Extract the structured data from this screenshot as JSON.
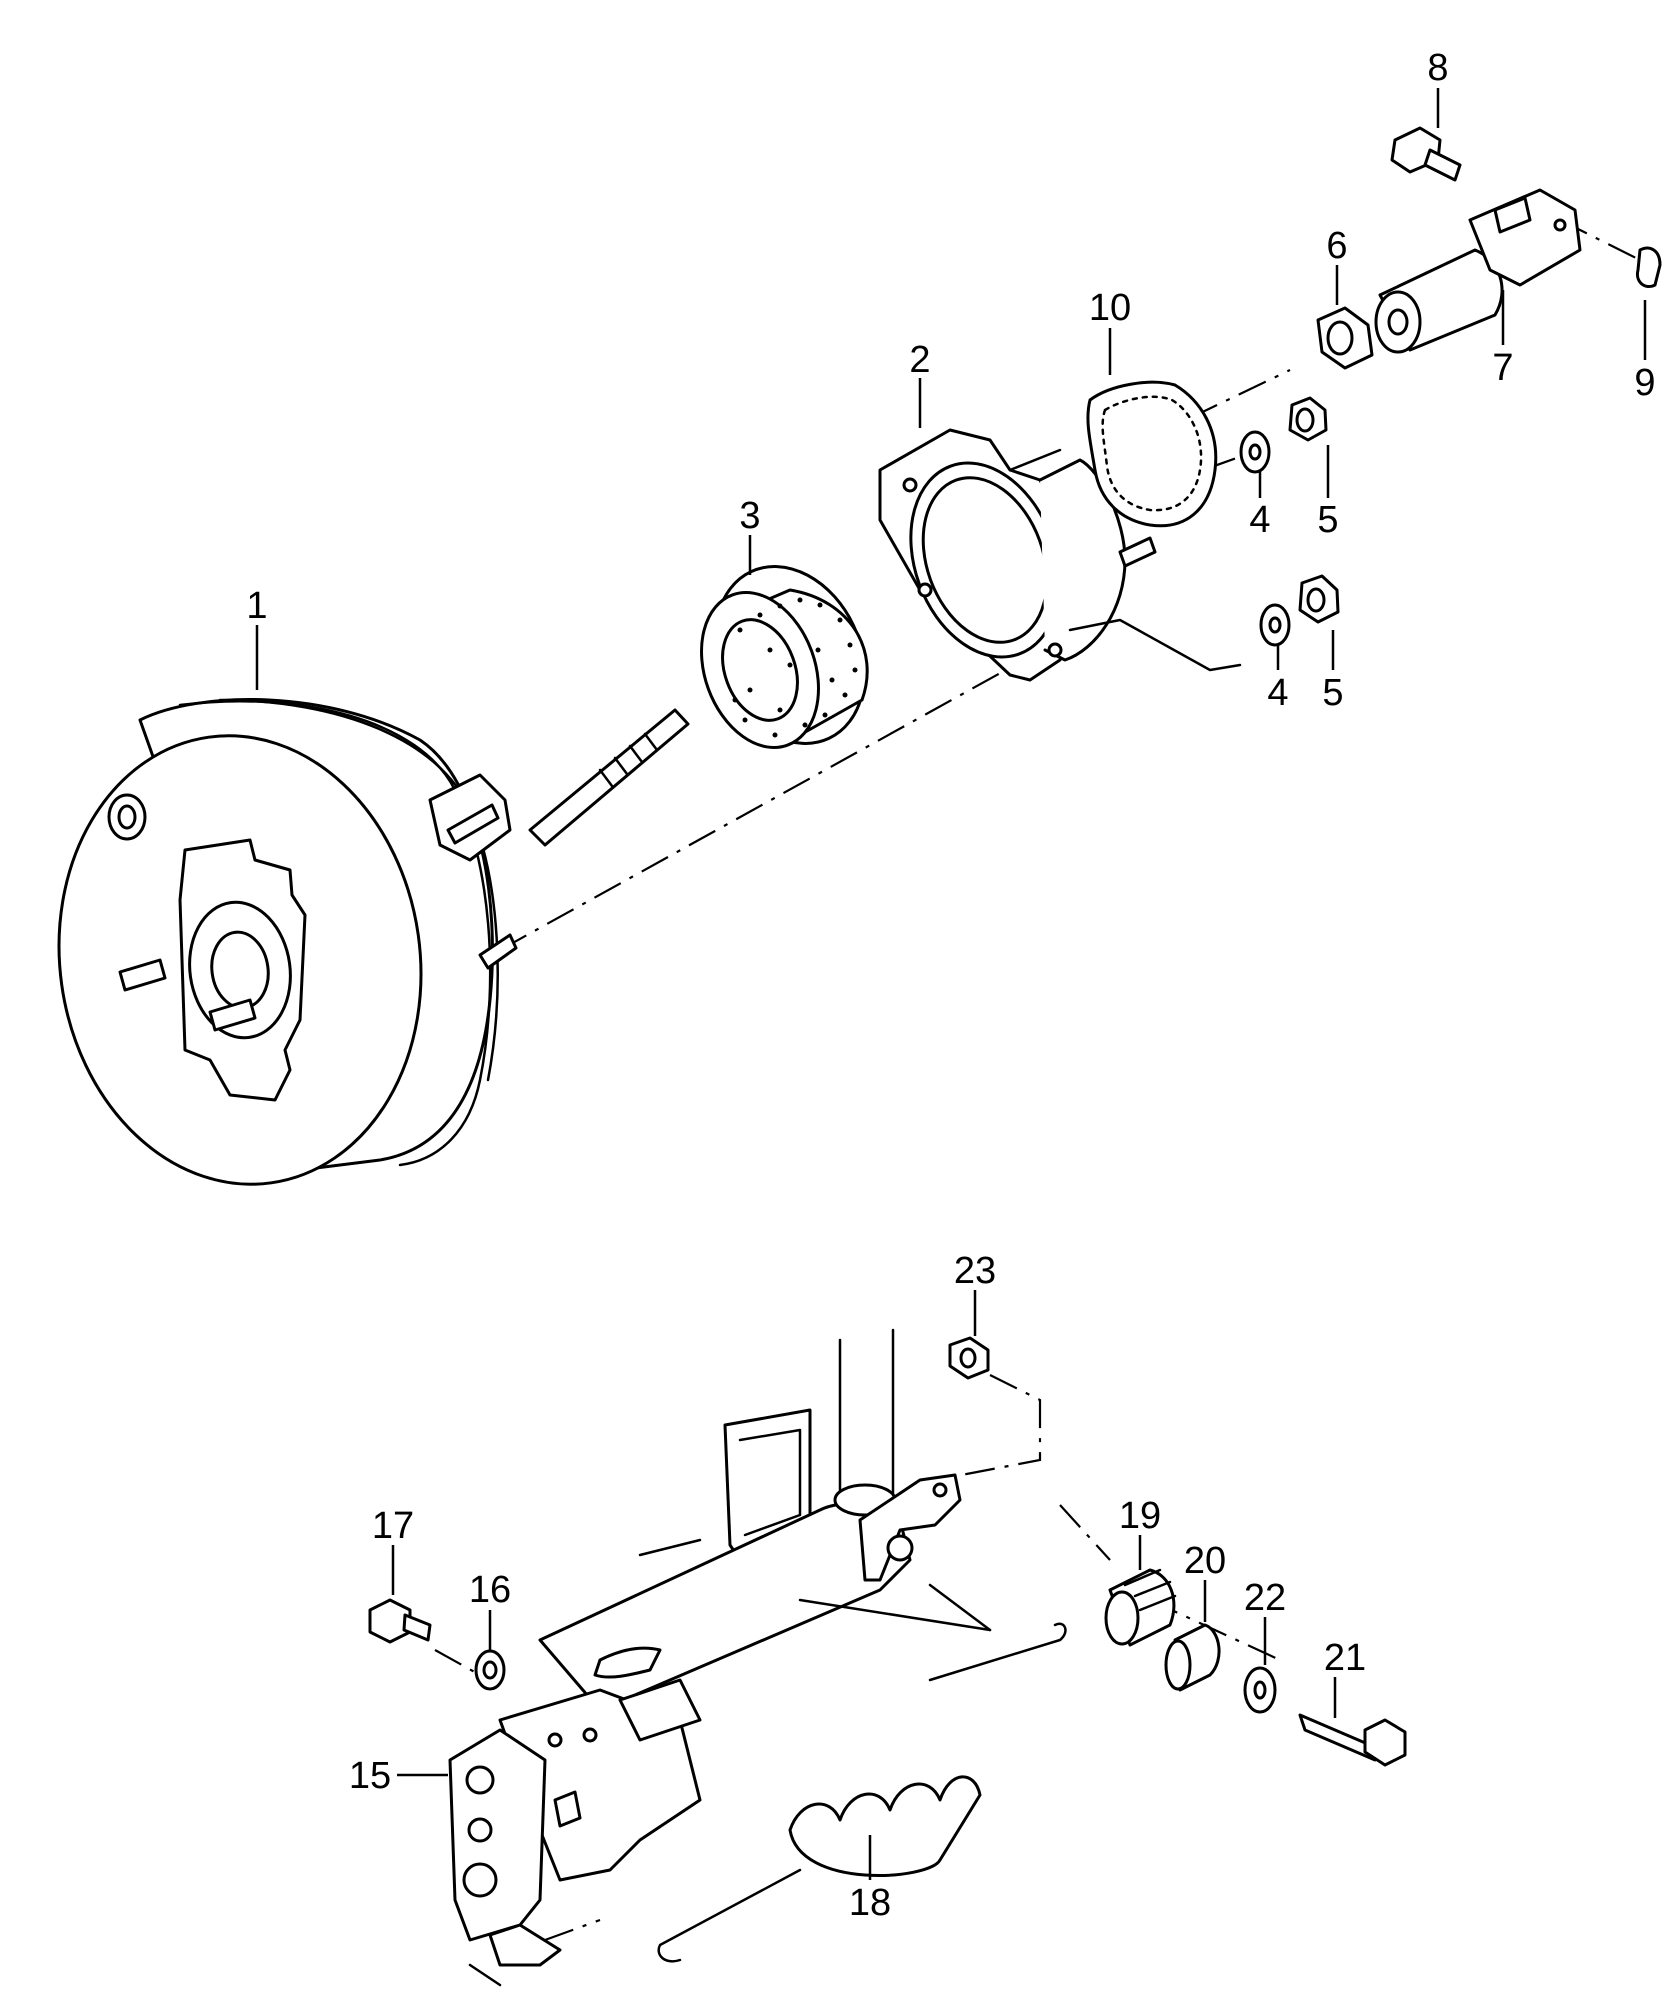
{
  "callouts": [
    {
      "id": "c1",
      "text": "1"
    },
    {
      "id": "c2",
      "text": "2"
    },
    {
      "id": "c3",
      "text": "3"
    },
    {
      "id": "c4a",
      "text": "4"
    },
    {
      "id": "c4b",
      "text": "4"
    },
    {
      "id": "c5a",
      "text": "5"
    },
    {
      "id": "c5b",
      "text": "5"
    },
    {
      "id": "c6",
      "text": "6"
    },
    {
      "id": "c7",
      "text": "7"
    },
    {
      "id": "c8",
      "text": "8"
    },
    {
      "id": "c9",
      "text": "9"
    },
    {
      "id": "c10",
      "text": "10"
    },
    {
      "id": "c15",
      "text": "15"
    },
    {
      "id": "c16",
      "text": "16"
    },
    {
      "id": "c17",
      "text": "17"
    },
    {
      "id": "c18",
      "text": "18"
    },
    {
      "id": "c19",
      "text": "19"
    },
    {
      "id": "c20",
      "text": "20"
    },
    {
      "id": "c21",
      "text": "21"
    },
    {
      "id": "c22",
      "text": "22"
    },
    {
      "id": "c23",
      "text": "23"
    }
  ]
}
